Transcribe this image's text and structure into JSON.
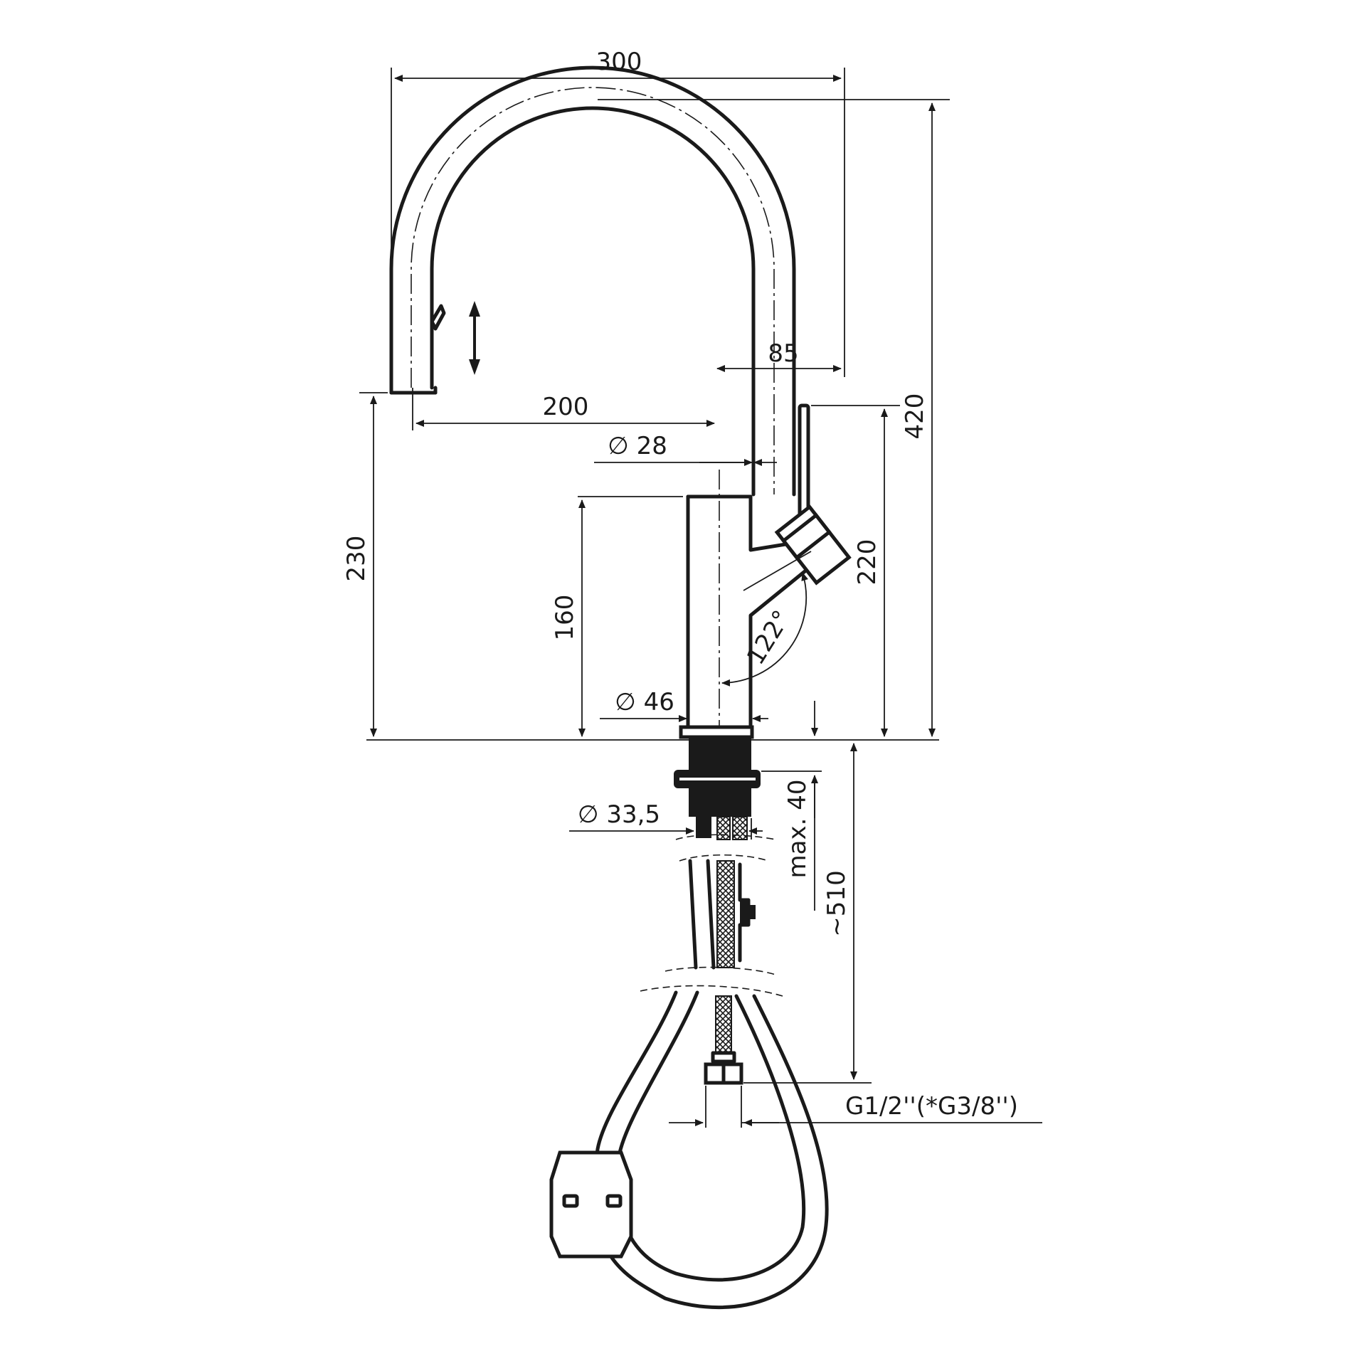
{
  "dimensions": {
    "overall_width": "300",
    "overall_height": "420",
    "spout_reach": "200",
    "handle_offset": "85",
    "spout_diameter": "∅ 28",
    "body_diameter": "∅ 46",
    "thread_diameter": "∅ 33,5",
    "spout_outlet_height": "230",
    "body_height": "160",
    "handle_height": "220",
    "handle_angle": "122°",
    "max_deck_thickness": "max. 40",
    "hose_length": "~510",
    "connection_thread": "G1/2''(*G3/8'')"
  },
  "icons": {
    "pull_out": "double-arrow-vertical-icon"
  }
}
